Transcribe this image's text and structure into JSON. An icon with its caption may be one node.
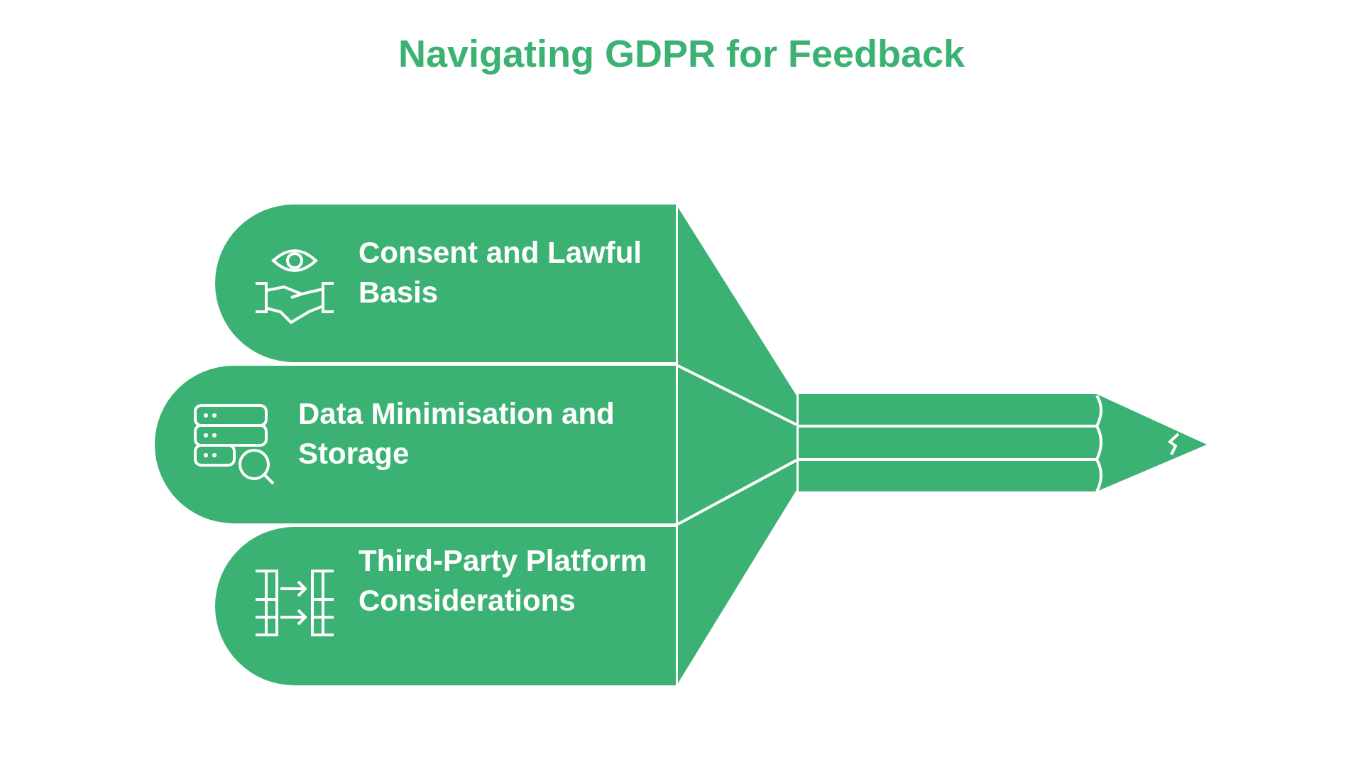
{
  "diagram": {
    "title": "Navigating GDPR for Feedback",
    "nodes": [
      {
        "text": [
          "Consent and Lawful Basis"
        ]
      },
      {
        "text": [
          "Data Minimisation and Storage"
        ]
      },
      {
        "text": [
          "Third-Party Platform Considerations"
        ]
      }
    ],
    "edges": []
  }
}
